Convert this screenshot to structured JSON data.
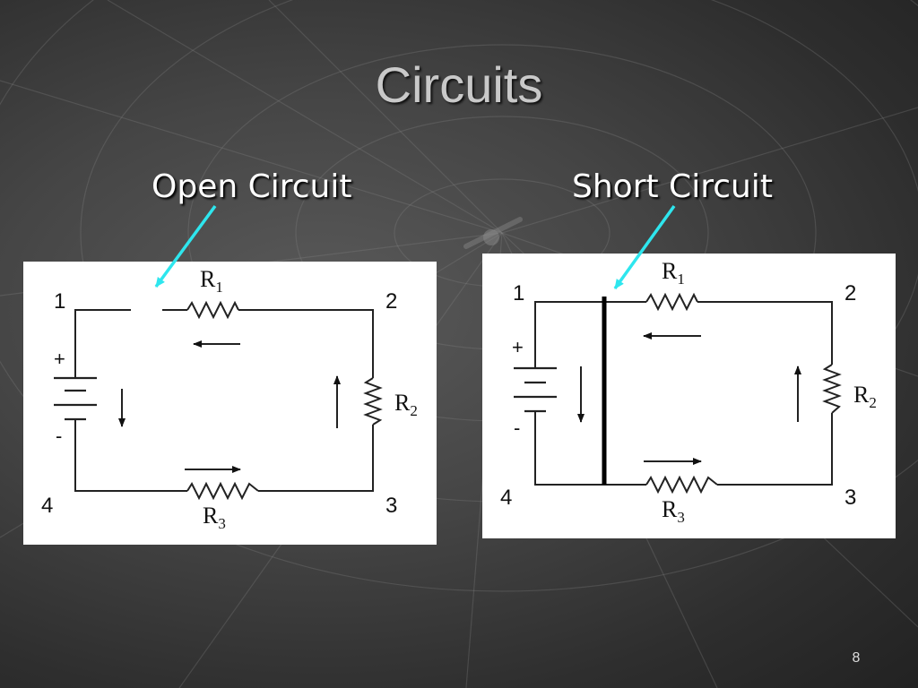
{
  "slide": {
    "title": "Circuits",
    "page_number": "8"
  },
  "colors": {
    "pointer_arrow": "#2ee6ee",
    "caption_text": "#ffffff",
    "title_text": "#c9c9c9"
  },
  "open_circuit": {
    "caption": "Open Circuit",
    "nodes": [
      "1",
      "2",
      "3",
      "4"
    ],
    "resistors": [
      {
        "letter": "R",
        "sub": "1"
      },
      {
        "letter": "R",
        "sub": "2"
      },
      {
        "letter": "R",
        "sub": "3"
      }
    ],
    "battery": {
      "plus": "+",
      "minus": "-"
    }
  },
  "short_circuit": {
    "caption": "Short Circuit",
    "nodes": [
      "1",
      "2",
      "3",
      "4"
    ],
    "resistors": [
      {
        "letter": "R",
        "sub": "1"
      },
      {
        "letter": "R",
        "sub": "2"
      },
      {
        "letter": "R",
        "sub": "3"
      }
    ],
    "battery": {
      "plus": "+",
      "minus": "-"
    }
  }
}
